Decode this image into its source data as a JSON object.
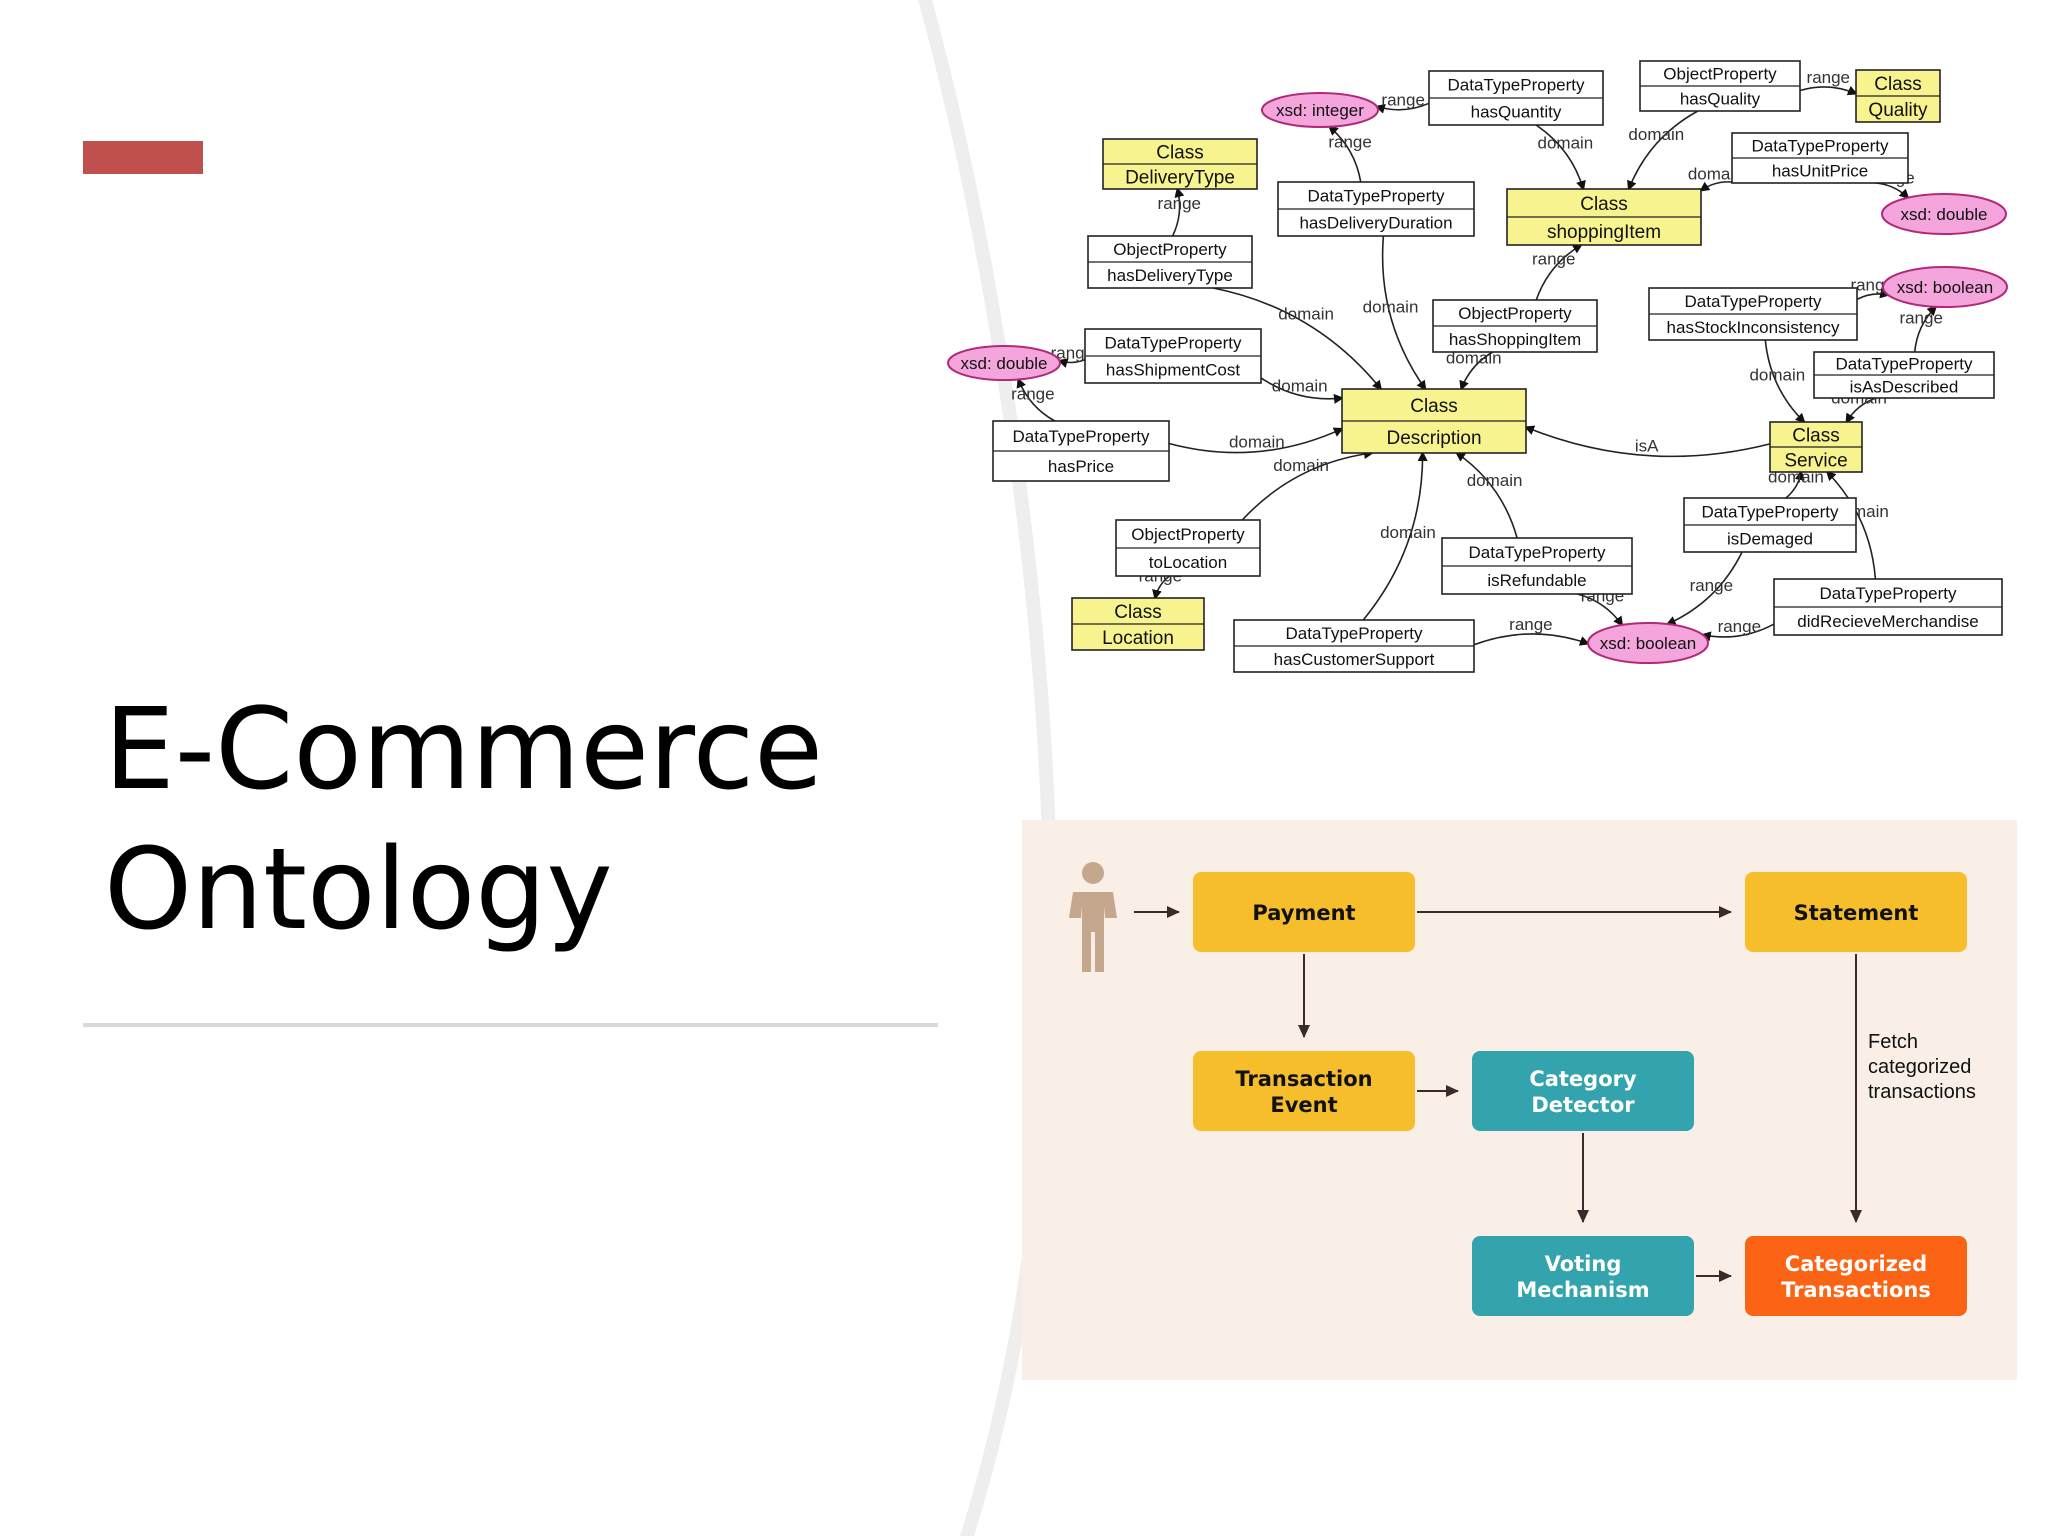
{
  "slide": {
    "title_line1": "E-Commerce",
    "title_line2": "Ontology",
    "accent_color": "#c0504d",
    "rule_color": "#d9d9d9"
  },
  "ontology": {
    "class_color": "#f7f38f",
    "datatype_color": "#f4a6dc",
    "nodes": [
      {
        "id": "xsd-int",
        "kind": "xsd",
        "l1": "xsd: integer"
      },
      {
        "id": "hasQuantity",
        "kind": "prop",
        "l1": "DataTypeProperty",
        "l2": "hasQuantity"
      },
      {
        "id": "hasQuality",
        "kind": "prop",
        "l1": "ObjectProperty",
        "l2": "hasQuality"
      },
      {
        "id": "quality",
        "kind": "class",
        "l1": "Class",
        "l2": "Quality"
      },
      {
        "id": "deliveryType",
        "kind": "class",
        "l1": "Class",
        "l2": "DeliveryType"
      },
      {
        "id": "hasDeliveryDuration",
        "kind": "prop",
        "l1": "DataTypeProperty",
        "l2": "hasDeliveryDuration"
      },
      {
        "id": "shoppingItem",
        "kind": "class",
        "l1": "Class",
        "l2": "shoppingItem"
      },
      {
        "id": "hasUnitPrice",
        "kind": "prop",
        "l1": "DataTypeProperty",
        "l2": "hasUnitPrice"
      },
      {
        "id": "xsd-double-r",
        "kind": "xsd",
        "l1": "xsd: double"
      },
      {
        "id": "hasDeliveryType",
        "kind": "prop",
        "l1": "ObjectProperty",
        "l2": "hasDeliveryType"
      },
      {
        "id": "hasShoppingItem",
        "kind": "prop",
        "l1": "ObjectProperty",
        "l2": "hasShoppingItem"
      },
      {
        "id": "hasStockInconsistency",
        "kind": "prop",
        "l1": "DataTypeProperty",
        "l2": "hasStockInconsistency"
      },
      {
        "id": "xsd-bool-r",
        "kind": "xsd",
        "l1": "xsd: boolean"
      },
      {
        "id": "xsd-double-l",
        "kind": "xsd",
        "l1": "xsd: double"
      },
      {
        "id": "hasShipmentCost",
        "kind": "prop",
        "l1": "DataTypeProperty",
        "l2": "hasShipmentCost"
      },
      {
        "id": "isAsDescribed",
        "kind": "prop",
        "l1": "DataTypeProperty",
        "l2": "isAsDescribed"
      },
      {
        "id": "description",
        "kind": "class",
        "l1": "Class",
        "l2": "Description"
      },
      {
        "id": "hasPrice",
        "kind": "prop",
        "l1": "DataTypeProperty",
        "l2": "hasPrice"
      },
      {
        "id": "service",
        "kind": "class",
        "l1": "Class",
        "l2": "Service"
      },
      {
        "id": "isDemaged",
        "kind": "prop",
        "l1": "DataTypeProperty",
        "l2": "isDemaged"
      },
      {
        "id": "toLocation",
        "kind": "prop",
        "l1": "ObjectProperty",
        "l2": "toLocation"
      },
      {
        "id": "isRefundable",
        "kind": "prop",
        "l1": "DataTypeProperty",
        "l2": "isRefundable"
      },
      {
        "id": "didRecieveMerchandise",
        "kind": "prop",
        "l1": "DataTypeProperty",
        "l2": "didRecieveMerchandise"
      },
      {
        "id": "location",
        "kind": "class",
        "l1": "Class",
        "l2": "Location"
      },
      {
        "id": "hasCustomerSupport",
        "kind": "prop",
        "l1": "DataTypeProperty",
        "l2": "hasCustomerSupport"
      },
      {
        "id": "xsd-bool-b",
        "kind": "xsd",
        "l1": "xsd: boolean"
      }
    ],
    "edges": [
      {
        "from": "hasQuantity",
        "to": "xsd-int",
        "label": "range"
      },
      {
        "from": "hasDeliveryDuration",
        "to": "xsd-int",
        "label": "range"
      },
      {
        "from": "hasQuantity",
        "to": "shoppingItem",
        "label": "domain"
      },
      {
        "from": "hasQuality",
        "to": "shoppingItem",
        "label": "domain"
      },
      {
        "from": "hasQuality",
        "to": "quality",
        "label": "range"
      },
      {
        "from": "hasUnitPrice",
        "to": "shoppingItem",
        "label": "domain"
      },
      {
        "from": "hasUnitPrice",
        "to": "xsd-double-r",
        "label": "range"
      },
      {
        "from": "hasDeliveryType",
        "to": "deliveryType",
        "label": "range"
      },
      {
        "from": "hasDeliveryType",
        "to": "description",
        "label": "domain"
      },
      {
        "from": "hasDeliveryDuration",
        "to": "description",
        "label": "domain"
      },
      {
        "from": "hasShoppingItem",
        "to": "shoppingItem",
        "label": "range"
      },
      {
        "from": "hasShoppingItem",
        "to": "description",
        "label": "domain"
      },
      {
        "from": "hasStockInconsistency",
        "to": "xsd-bool-r",
        "label": "range"
      },
      {
        "from": "hasStockInconsistency",
        "to": "service",
        "label": "domain"
      },
      {
        "from": "isAsDescribed",
        "to": "xsd-bool-r",
        "label": "range"
      },
      {
        "from": "isAsDescribed",
        "to": "service",
        "label": "domain"
      },
      {
        "from": "hasShipmentCost",
        "to": "xsd-double-l",
        "label": "range"
      },
      {
        "from": "hasShipmentCost",
        "to": "description",
        "label": "domain"
      },
      {
        "from": "hasPrice",
        "to": "xsd-double-l",
        "label": "range"
      },
      {
        "from": "hasPrice",
        "to": "description",
        "label": "domain"
      },
      {
        "from": "service",
        "to": "description",
        "label": "isA"
      },
      {
        "from": "isDemaged",
        "to": "service",
        "label": "domain"
      },
      {
        "from": "isDemaged",
        "to": "xsd-bool-b",
        "label": "range"
      },
      {
        "from": "toLocation",
        "to": "location",
        "label": "range"
      },
      {
        "from": "toLocation",
        "to": "description",
        "label": "domain"
      },
      {
        "from": "isRefundable",
        "to": "description",
        "label": "domain"
      },
      {
        "from": "isRefundable",
        "to": "xsd-bool-b",
        "label": "range"
      },
      {
        "from": "didRecieveMerchandise",
        "to": "service",
        "label": "domain"
      },
      {
        "from": "didRecieveMerchandise",
        "to": "xsd-bool-b",
        "label": "range"
      },
      {
        "from": "hasCustomerSupport",
        "to": "description",
        "label": "domain"
      },
      {
        "from": "hasCustomerSupport",
        "to": "xsd-bool-b",
        "label": "range"
      }
    ]
  },
  "flow": {
    "background": "#f9efe6",
    "colors": {
      "yellow": "#f7be2b",
      "teal": "#33a3ad",
      "orange": "#fa6414",
      "arrow": "#3b2a2a",
      "person": "#c5a78e"
    },
    "person_icon": "person-icon",
    "nodes": [
      {
        "id": "payment",
        "color": "yellow",
        "lines": [
          "Payment"
        ]
      },
      {
        "id": "statement",
        "color": "yellow",
        "lines": [
          "Statement"
        ]
      },
      {
        "id": "transaction-event",
        "color": "yellow",
        "lines": [
          "Transaction",
          "Event"
        ]
      },
      {
        "id": "category-detector",
        "color": "teal",
        "lines": [
          "Category",
          "Detector"
        ]
      },
      {
        "id": "voting-mechanism",
        "color": "teal",
        "lines": [
          "Voting",
          "Mechanism"
        ]
      },
      {
        "id": "categorized-transactions",
        "color": "orange",
        "lines": [
          "Categorized",
          "Transactions"
        ]
      }
    ],
    "edges": [
      {
        "from": "person",
        "to": "payment"
      },
      {
        "from": "payment",
        "to": "statement"
      },
      {
        "from": "payment",
        "to": "transaction-event"
      },
      {
        "from": "transaction-event",
        "to": "category-detector"
      },
      {
        "from": "category-detector",
        "to": "voting-mechanism"
      },
      {
        "from": "voting-mechanism",
        "to": "categorized-transactions"
      },
      {
        "from": "statement",
        "to": "categorized-transactions",
        "lines": [
          "Fetch",
          "categorized",
          "transactions"
        ]
      }
    ]
  }
}
